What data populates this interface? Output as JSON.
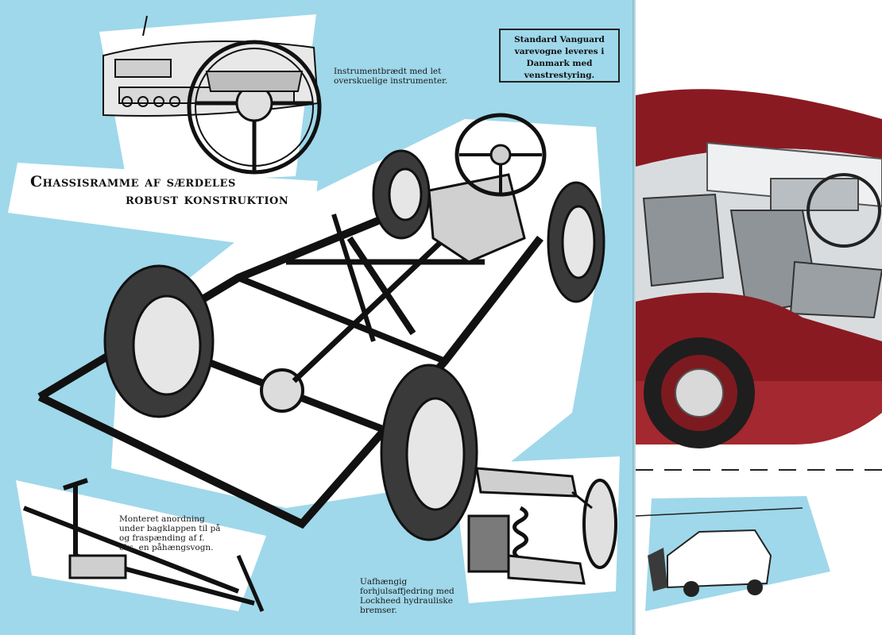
{
  "brochure": {
    "headline_lines": [
      "Chassisramme af særdeles",
      "robust konstruktion"
    ],
    "notice_box": "Standard Vanguard varevogne leveres i Danmark med venstrestyring.",
    "captions": {
      "dashboard": "Instrumentbrædt med let overskuelige instrumenter.",
      "tow_hitch": "Monteret anordning under bagklappen til på og fraspænding af f. eks. en påhængsvogn.",
      "suspension": "Uafhængig forhjulsaffjedring med Lockheed hydrauliske bremser."
    }
  },
  "colors": {
    "page_background": "#9fd8ea",
    "vignette": "#ffffff",
    "ink": "#1a1a1a",
    "car_body": "#8a1a22",
    "seat_grey": "#8f9498"
  },
  "illustrations": [
    "dashboard-steering-wheel",
    "chassis-frame",
    "tow-hitch",
    "front-suspension",
    "van-interior",
    "van-loading-scene"
  ]
}
